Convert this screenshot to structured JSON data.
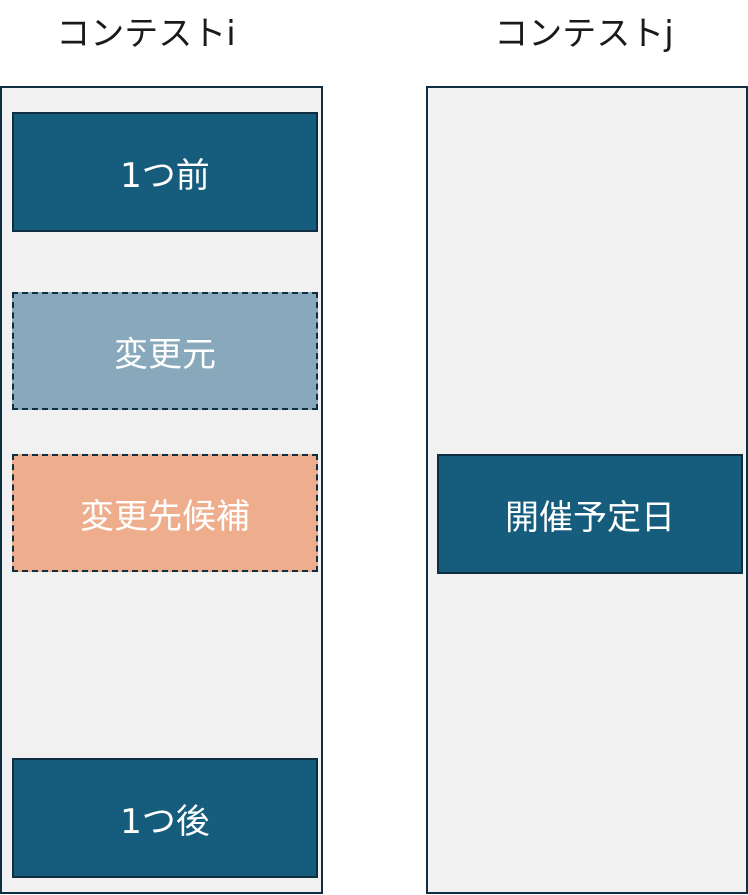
{
  "columns": {
    "i": {
      "title": "コンテストi",
      "blocks": {
        "prev": "1つ前",
        "source": "変更元",
        "candidate": "変更先候補",
        "next": "1つ後"
      }
    },
    "j": {
      "title": "コンテストj",
      "blocks": {
        "scheduled": "開催予定日"
      }
    }
  },
  "colors": {
    "dark_block": "#165c7d",
    "source_block": "#87a9bb",
    "candidate_block": "#eeae8e",
    "column_bg": "#f1f1f1",
    "border": "#0f2e41"
  }
}
